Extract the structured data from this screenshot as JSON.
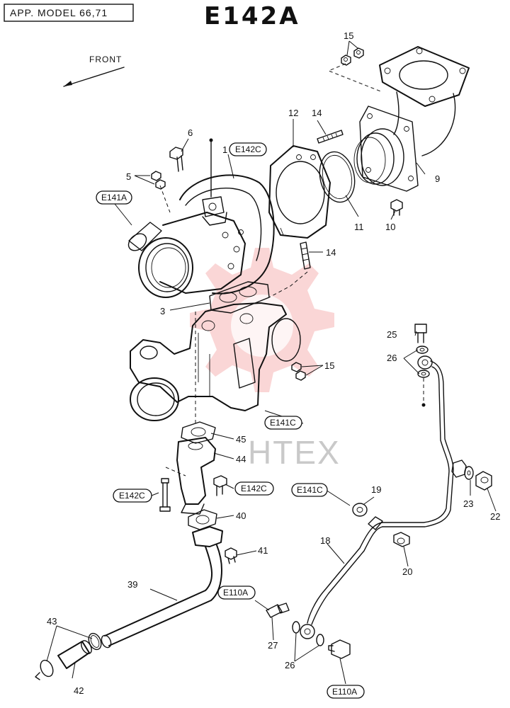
{
  "header": {
    "model_label": "APP. MODEL  66,71",
    "title": "E142A"
  },
  "direction_label": "FRONT",
  "watermark": "HTEX",
  "refs": {
    "r_e142c_top": "E142C",
    "r_e141a": "E141A",
    "r_e141c_mid": "E141C",
    "r_e142c_left": "E142C",
    "r_e142c_right": "E142C",
    "r_e141c_right": "E141C",
    "r_e110a_mid": "E110A",
    "r_e110a_bottom": "E110A"
  },
  "callouts": {
    "c1": "1",
    "c3": "3",
    "c5": "5",
    "c6": "6",
    "c9": "9",
    "c10": "10",
    "c11": "11",
    "c12": "12",
    "c14a": "14",
    "c14b": "14",
    "c15a": "15",
    "c15b": "15",
    "c18": "18",
    "c19": "19",
    "c20": "20",
    "c22": "22",
    "c23": "23",
    "c25": "25",
    "c26a": "26",
    "c26b": "26",
    "c27": "27",
    "c39": "39",
    "c40": "40",
    "c41": "41",
    "c42": "42",
    "c43": "43",
    "c44": "44",
    "c45": "45"
  },
  "colors": {
    "line": "#111111",
    "watermark_gear": "#f28a8a",
    "watermark_text": "#c9c9c9"
  }
}
